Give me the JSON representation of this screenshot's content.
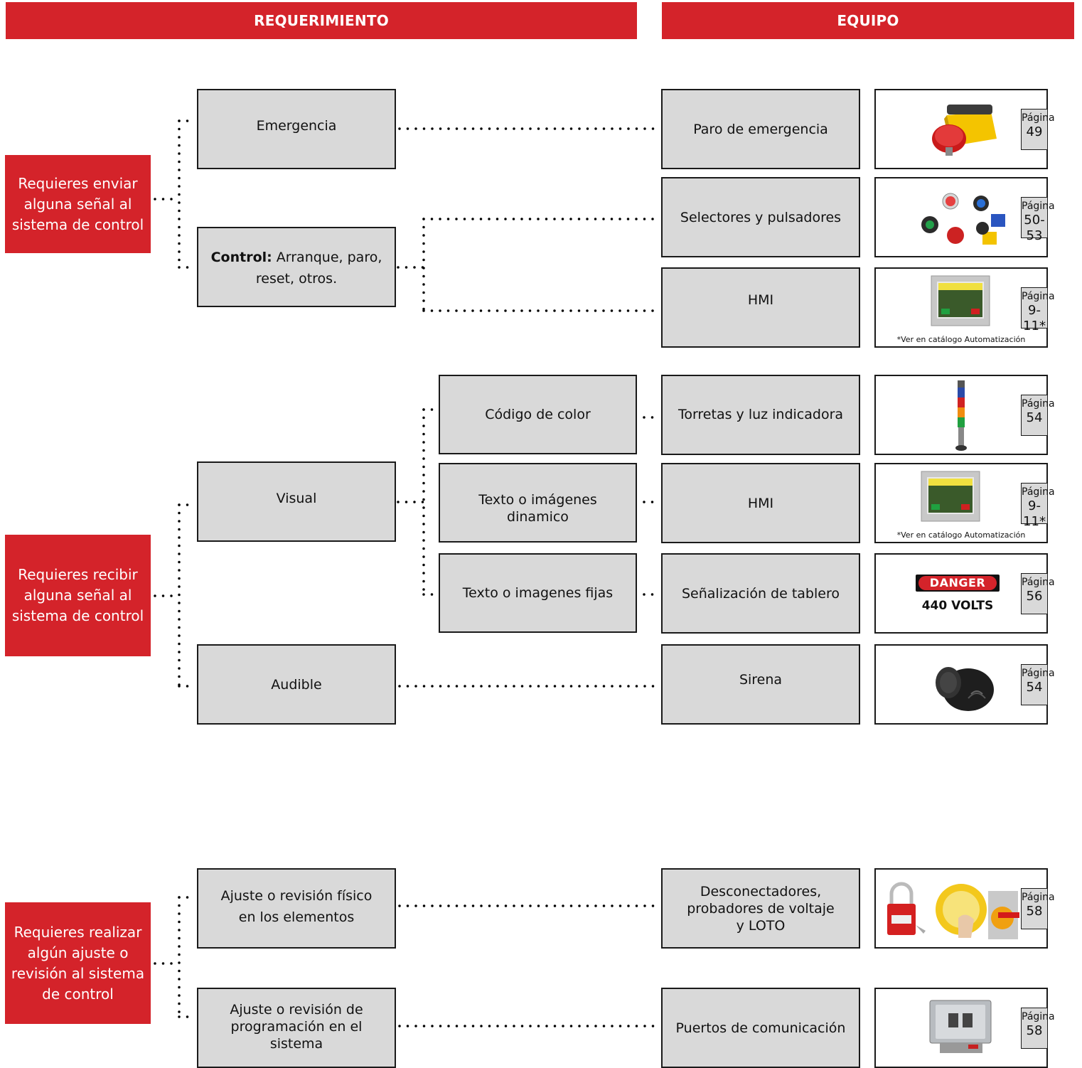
{
  "headers": {
    "requirement": "REQUERIMIENTO",
    "equipment": "EQUIPO"
  },
  "requirements": [
    "Requieres enviar alguna señal al sistema de control",
    "Requieres recibir alguna señal al sistema de control",
    "Requieres realizar algún ajuste o revisión al sistema de control"
  ],
  "categories": {
    "emergencia": "Emergencia",
    "control_bold": "Control:",
    "control_rest": " Arranque, paro, reset, otros.",
    "visual": "Visual",
    "audible": "Audible",
    "ajuste_fisico": "Ajuste o revisión físico en los elementos",
    "ajuste_prog": "Ajuste o revisión de programación en el sistema"
  },
  "subcategories": {
    "codigo_color": "Código de color",
    "texto_dinamico": "Texto o imágenes dinamico",
    "texto_fijo": "Texto o imagenes fijas"
  },
  "equipment": [
    {
      "name": "Paro de emergencia",
      "page_label": "Página",
      "page": "49",
      "image": "emergency-stop-image"
    },
    {
      "name": "Selectores y pulsadores",
      "page_label": "Página",
      "page": "50-53",
      "image": "pushbuttons-image"
    },
    {
      "name": "HMI",
      "page_label": "Página",
      "page": "9-11*",
      "image": "hmi-panel-image",
      "note": "*Ver en catálogo Automatización"
    },
    {
      "name": "Torretas y luz indicadora",
      "page_label": "Página",
      "page": "54",
      "image": "tower-light-image"
    },
    {
      "name": "HMI",
      "page_label": "Página",
      "page": "9-11*",
      "image": "hmi-panel-image",
      "note": "*Ver en catálogo Automatización"
    },
    {
      "name": "Señalización de tablero",
      "page_label": "Página",
      "page": "56",
      "image": "danger-sign-image"
    },
    {
      "name": "Sirena",
      "page_label": "Página",
      "page": "54",
      "image": "siren-image"
    },
    {
      "name": "Desconectadores, probadores de voltaje y LOTO",
      "page_label": "Página",
      "page": "58",
      "image": "loto-image"
    },
    {
      "name": "Puertos de comunicación",
      "page_label": "Página",
      "page": "58",
      "image": "communication-port-image"
    }
  ],
  "danger_sign": {
    "word": "DANGER",
    "voltage": "440 VOLTS"
  },
  "colors": {
    "accent_red": "#d4232a",
    "box_gray": "#d9d9d9",
    "border": "#1a1a1a"
  }
}
